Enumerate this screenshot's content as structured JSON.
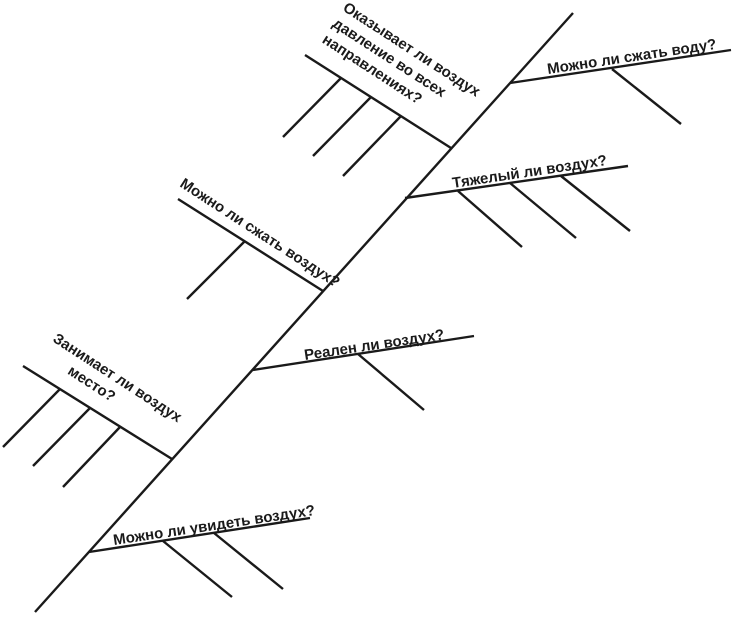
{
  "diagram": {
    "type": "fishbone",
    "branches": [
      {
        "id": "water",
        "label": [
          "Можно ли сжать воду?"
        ],
        "sub_count": 1
      },
      {
        "id": "pressure",
        "label": [
          "Оказывает ли воздух",
          "давление во всех",
          "направлениях?"
        ],
        "sub_count": 3
      },
      {
        "id": "heavy",
        "label": [
          "Тяжелый ли воздух?"
        ],
        "sub_count": 3
      },
      {
        "id": "compress-air",
        "label": [
          "Можно ли сжать воздух?"
        ],
        "sub_count": 1
      },
      {
        "id": "real",
        "label": [
          "Реален ли воздух?"
        ],
        "sub_count": 1
      },
      {
        "id": "space",
        "label": [
          "Занимает ли воздух",
          "место?"
        ],
        "sub_count": 3
      },
      {
        "id": "see",
        "label": [
          "Можно ли увидеть воздух?"
        ],
        "sub_count": 2
      }
    ]
  }
}
